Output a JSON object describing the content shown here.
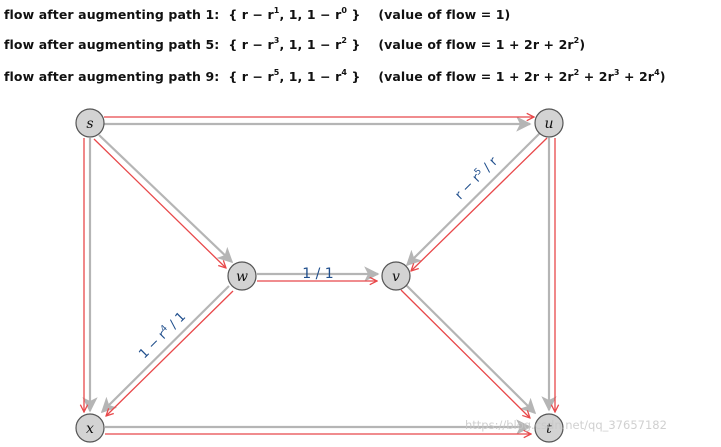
{
  "flows": [
    {
      "label": "flow after augmenting path 1:",
      "set_open": "{ r − r",
      "exp1": "1",
      "set_mid": ", 1, 1 − r",
      "exp2": "0",
      "set_close": " }",
      "value_open": "(value of flow = 1)",
      "value_rest": ""
    },
    {
      "label": "flow after augmenting path 5:",
      "set_open": "{ r − r",
      "exp1": "3",
      "set_mid": ", 1, 1 − r",
      "exp2": "2",
      "set_close": " }",
      "value_open": "(value of flow = 1 + 2r + 2r",
      "value_rest": "2",
      "value_close": ")"
    },
    {
      "label": "flow after augmenting path 9:",
      "set_open": "{ r − r",
      "exp1": "5",
      "set_mid": ", 1, 1 − r",
      "exp2": "4",
      "set_close": " }",
      "value_open": "(value of flow = 1 + 2r + 2r",
      "value_e1": "2",
      "value_mid": " + 2r",
      "value_e2": "3",
      "value_mid2": " + 2r",
      "value_e3": "4",
      "value_close": ")"
    }
  ],
  "nodes": {
    "s": "s",
    "u": "u",
    "w": "w",
    "v": "v",
    "x": "x",
    "t": "t"
  },
  "edge_labels": {
    "wv": "1 / 1",
    "uv": "r − r",
    "uv_exp": "5",
    "uv_tail": " / r",
    "wx": "1 − r",
    "wx_exp": "4",
    "wx_tail": " / 1"
  },
  "colors": {
    "edge_gray": "#b5b5b5",
    "flow_red": "#e8484a",
    "node_fill": "#d3d3d3",
    "node_stroke": "#555555",
    "label_blue": "#1f4e8c"
  },
  "watermark": "https://blog.csdn.net/qq_37657182"
}
